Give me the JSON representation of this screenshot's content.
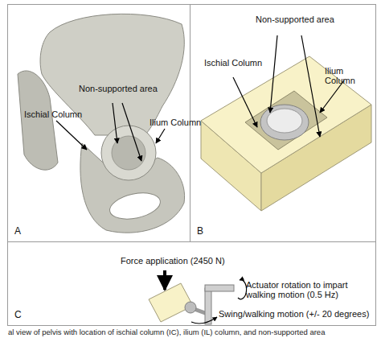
{
  "diagram": {
    "caption": "al view of pelvis with location of ischial column (IC), ilium (IL) column, and non-supported area",
    "nodes": [
      {
        "text": [
          "A"
        ]
      },
      {
        "text": [
          "B"
        ]
      },
      {
        "text": [
          "C"
        ]
      }
    ],
    "labels": [
      "Non-supported area",
      "Ischial Column",
      "Ilium Column",
      "Non-supported area",
      "Ischial Column",
      "Ilium Column",
      "Force application (2450 N)",
      "Actuator rotation to impart walking motion (0.5 Hz)",
      "Swing/walking motion (+/- 20 degrees)"
    ]
  }
}
